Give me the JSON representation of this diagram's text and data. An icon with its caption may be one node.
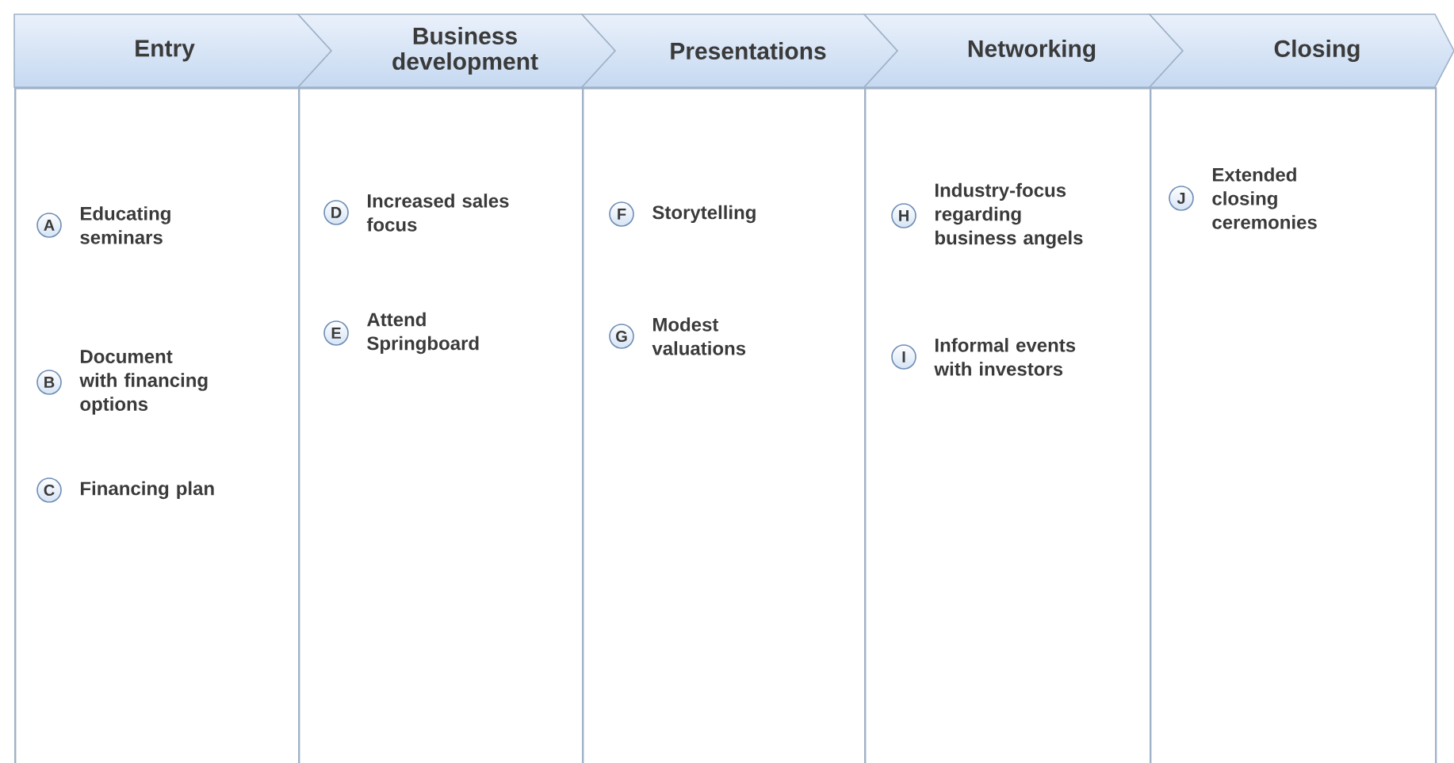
{
  "diagram": {
    "nodes": [
      {
        "text": [
          "Entry"
        ]
      },
      {
        "text": [
          "Business development"
        ]
      },
      {
        "text": [
          "Presentations"
        ]
      },
      {
        "text": [
          "Networking"
        ]
      },
      {
        "text": [
          "Closing"
        ]
      },
      {
        "text": [],
        "shape": "box"
      },
      {
        "text": [],
        "shape": "box"
      },
      {
        "text": [],
        "shape": "box"
      },
      {
        "text": [],
        "shape": "box"
      },
      {
        "text": [],
        "shape": "box"
      },
      {
        "text": [
          "A"
        ],
        "beside": [
          "Educating seminars"
        ],
        "in": 5
      },
      {
        "text": [
          "B"
        ],
        "beside": [
          "Document with financing options"
        ],
        "in": 5
      },
      {
        "text": [
          "C"
        ],
        "beside": [
          "Financing plan"
        ],
        "in": 5
      },
      {
        "text": [
          "D"
        ],
        "beside": [
          "Increased sales focus"
        ],
        "in": 6
      },
      {
        "text": [
          "E"
        ],
        "beside": [
          "Attend Springboard"
        ],
        "in": 6
      },
      {
        "text": [
          "F"
        ],
        "beside": [
          "Storytelling"
        ],
        "in": 7
      },
      {
        "text": [
          "G"
        ],
        "beside": [
          "Modest valuations"
        ],
        "in": 7
      },
      {
        "text": [
          "H"
        ],
        "beside": [
          "Industry-focus regarding business angels"
        ],
        "in": 8
      },
      {
        "text": [
          "I"
        ],
        "beside": [
          "Informal events with investors"
        ],
        "in": 8
      },
      {
        "text": [
          "J"
        ],
        "beside": [
          "Extended closing ceremonies"
        ],
        "in": 9
      }
    ]
  }
}
